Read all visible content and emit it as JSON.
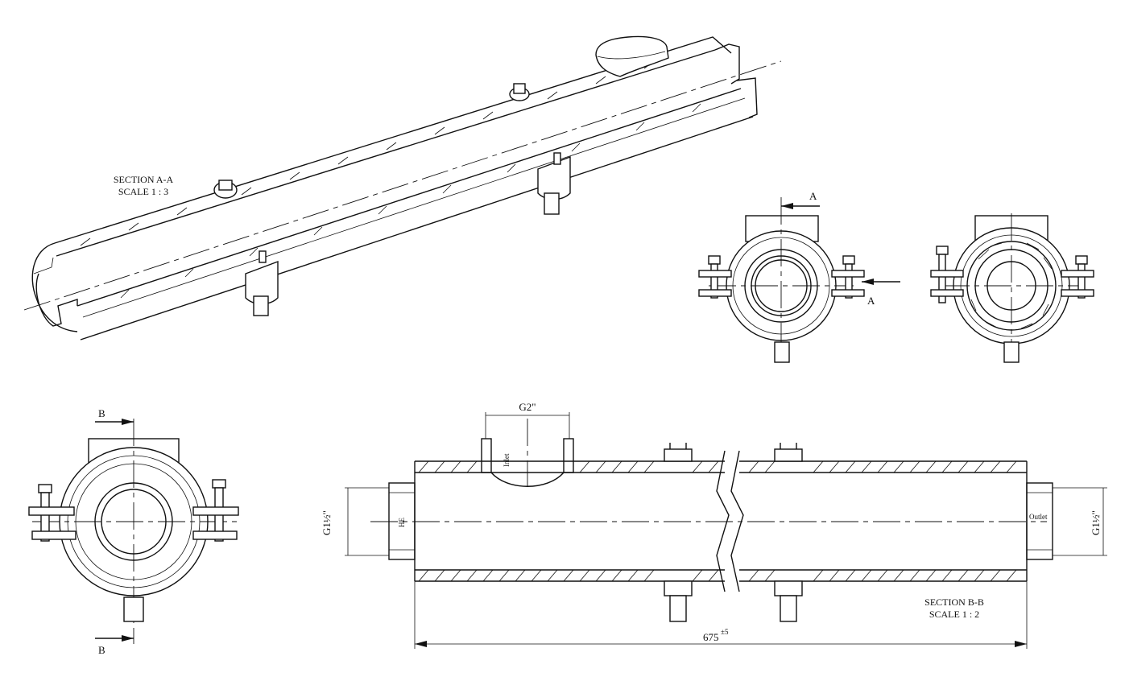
{
  "section_aa": {
    "title": "SECTION A-A",
    "scale": "SCALE 1 : 3"
  },
  "section_bb": {
    "title": "SECTION B-B",
    "scale": "SCALE 1 : 2"
  },
  "markers": {
    "a_top": "A",
    "a_right": "A",
    "b_top": "B",
    "b_bottom": "B"
  },
  "dimensions": {
    "inlet_thread": "G2\"",
    "left_thread": "G1½\"",
    "right_thread": "G1½\"",
    "length": "675",
    "tolerance": "±5"
  },
  "labels": {
    "inlet": "Inlet",
    "left_port": "HE",
    "outlet": "Outlet"
  }
}
